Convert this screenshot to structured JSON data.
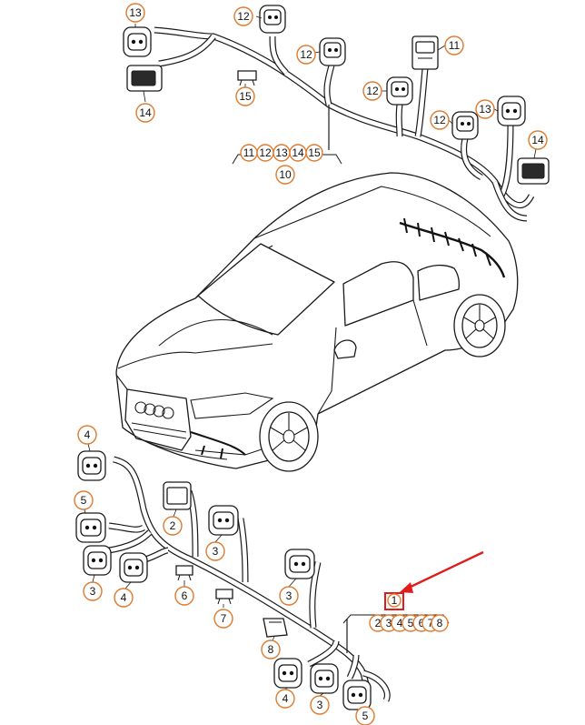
{
  "part_labels": [
    {
      "id": "b13a",
      "text": "13"
    },
    {
      "id": "b12a",
      "text": "12"
    },
    {
      "id": "b12b",
      "text": "12"
    },
    {
      "id": "b11a",
      "text": "11"
    },
    {
      "id": "b12c",
      "text": "12"
    },
    {
      "id": "b14a",
      "text": "14"
    },
    {
      "id": "b15a",
      "text": "15"
    },
    {
      "id": "b12d",
      "text": "12"
    },
    {
      "id": "b13b",
      "text": "13"
    },
    {
      "id": "b14b",
      "text": "14"
    },
    {
      "id": "g11",
      "text": "11"
    },
    {
      "id": "g12",
      "text": "12"
    },
    {
      "id": "g13",
      "text": "13"
    },
    {
      "id": "g14",
      "text": "14"
    },
    {
      "id": "g15",
      "text": "15"
    },
    {
      "id": "b10",
      "text": "10"
    },
    {
      "id": "b4a",
      "text": "4"
    },
    {
      "id": "b5a",
      "text": "5"
    },
    {
      "id": "b2a",
      "text": "2"
    },
    {
      "id": "b3a",
      "text": "3"
    },
    {
      "id": "b3b",
      "text": "3"
    },
    {
      "id": "b4b",
      "text": "4"
    },
    {
      "id": "b6",
      "text": "6"
    },
    {
      "id": "b3c",
      "text": "3"
    },
    {
      "id": "b7",
      "text": "7"
    },
    {
      "id": "b8",
      "text": "8"
    },
    {
      "id": "b1",
      "text": "1"
    },
    {
      "id": "g2",
      "text": "2"
    },
    {
      "id": "g3",
      "text": "3"
    },
    {
      "id": "g4",
      "text": "4"
    },
    {
      "id": "g5",
      "text": "5"
    },
    {
      "id": "g6",
      "text": "6"
    },
    {
      "id": "g7",
      "text": "7"
    },
    {
      "id": "g8",
      "text": "8"
    },
    {
      "id": "b4c",
      "text": "4"
    },
    {
      "id": "b3d",
      "text": "3"
    },
    {
      "id": "b5b",
      "text": "5"
    }
  ],
  "colors": {
    "bubble_outline": "#e07a2e",
    "highlight": "#e01c1c",
    "line": "#1a1a1a"
  }
}
